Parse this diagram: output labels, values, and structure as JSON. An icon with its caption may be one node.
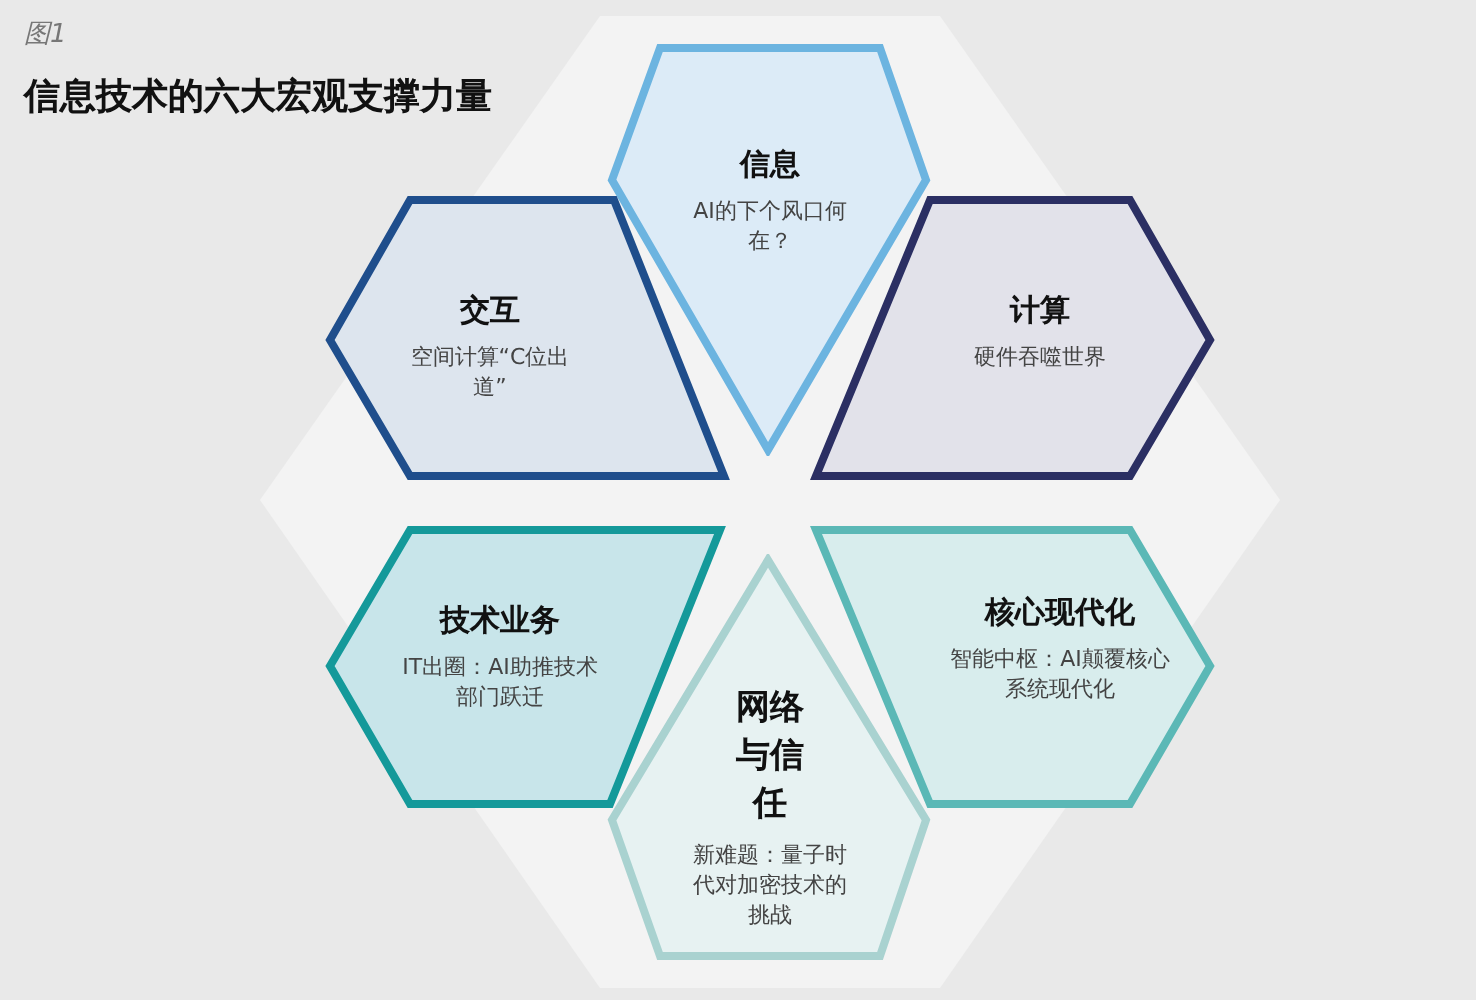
{
  "diagram": {
    "title": "信息技术的六大宏观支撑力量",
    "nodes": [
      {
        "text": [
          "信息",
          "AI的下个风口何在？"
        ]
      },
      {
        "text": [
          "交互",
          "空间计算“C位出道”"
        ]
      },
      {
        "text": [
          "计算",
          "硬件吞噬世界"
        ]
      },
      {
        "text": [
          "技术业务",
          "IT出圈：AI助推技术部门跃迁"
        ]
      },
      {
        "text": [
          "核心现代化",
          "智能中枢：AI颠覆核心系统现代化"
        ]
      },
      {
        "text": [
          "网络与信任",
          "新难题：量子时代对加密技术的挑战"
        ]
      }
    ],
    "labels": [
      "图1"
    ]
  }
}
